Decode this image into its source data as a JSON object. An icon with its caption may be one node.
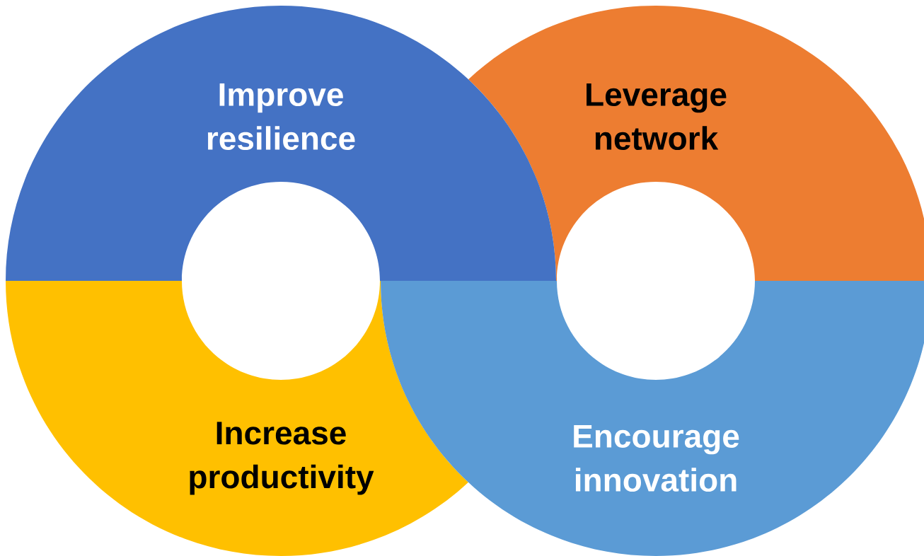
{
  "diagram": {
    "nodes": [
      {
        "text": [
          "Improve resilience"
        ]
      },
      {
        "text": [
          "Leverage network"
        ]
      },
      {
        "text": [
          "Increase productivity"
        ]
      },
      {
        "text": [
          "Encourage innovation"
        ]
      }
    ]
  }
}
